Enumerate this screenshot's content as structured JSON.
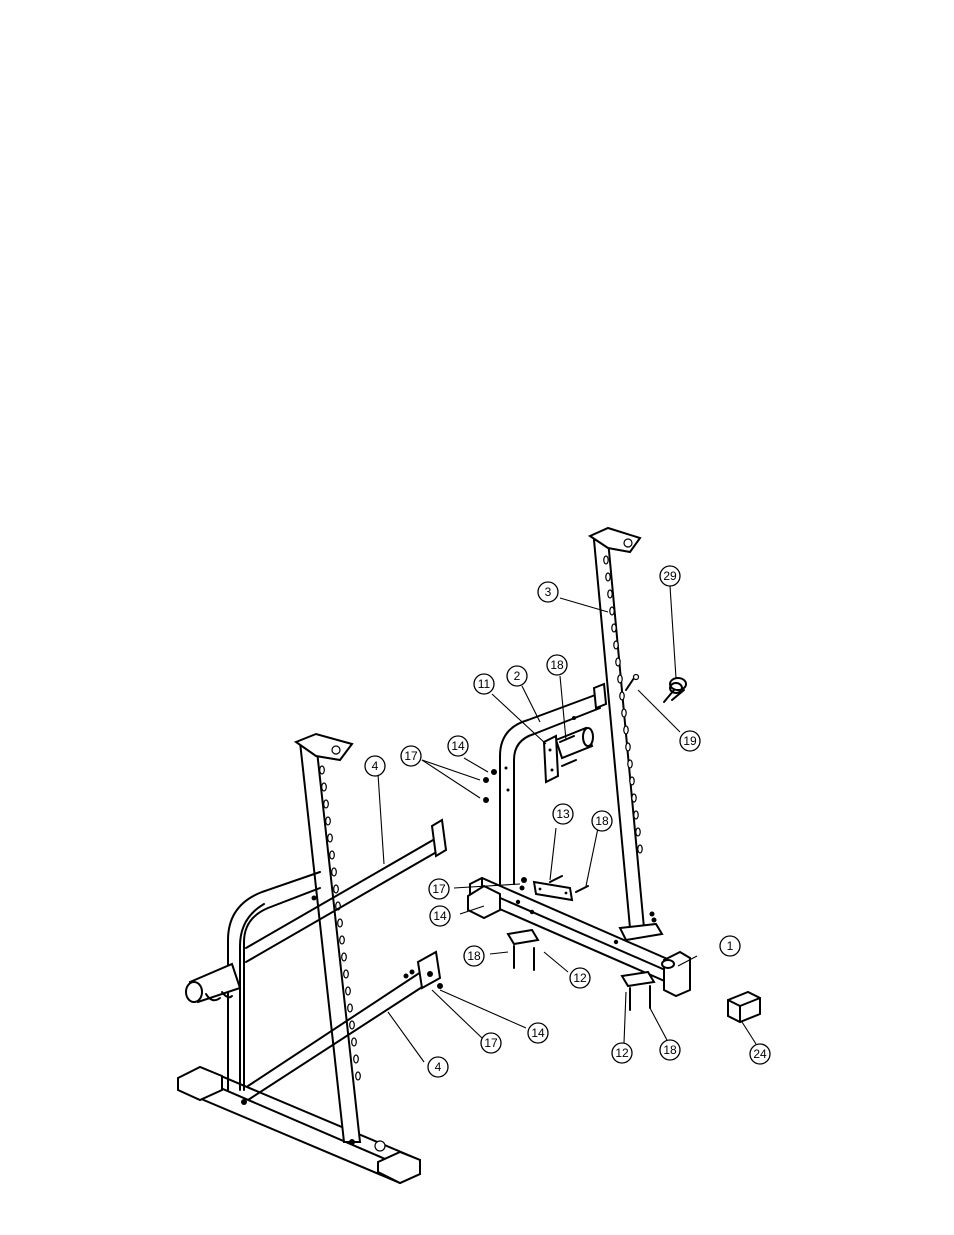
{
  "diagram": {
    "callouts": [
      {
        "id": "c1",
        "label": "1"
      },
      {
        "id": "c2",
        "label": "2"
      },
      {
        "id": "c3",
        "label": "3"
      },
      {
        "id": "c4a",
        "label": "4"
      },
      {
        "id": "c4b",
        "label": "4"
      },
      {
        "id": "c11",
        "label": "11"
      },
      {
        "id": "c12a",
        "label": "12"
      },
      {
        "id": "c12b",
        "label": "12"
      },
      {
        "id": "c13",
        "label": "13"
      },
      {
        "id": "c14a",
        "label": "14"
      },
      {
        "id": "c14b",
        "label": "14"
      },
      {
        "id": "c14c",
        "label": "14"
      },
      {
        "id": "c17a",
        "label": "17"
      },
      {
        "id": "c17b",
        "label": "17"
      },
      {
        "id": "c17c",
        "label": "17"
      },
      {
        "id": "c18a",
        "label": "18"
      },
      {
        "id": "c18b",
        "label": "18"
      },
      {
        "id": "c18c",
        "label": "18"
      },
      {
        "id": "c18d",
        "label": "18"
      },
      {
        "id": "c19",
        "label": "19"
      },
      {
        "id": "c24",
        "label": "24"
      },
      {
        "id": "c29",
        "label": "29"
      }
    ]
  }
}
